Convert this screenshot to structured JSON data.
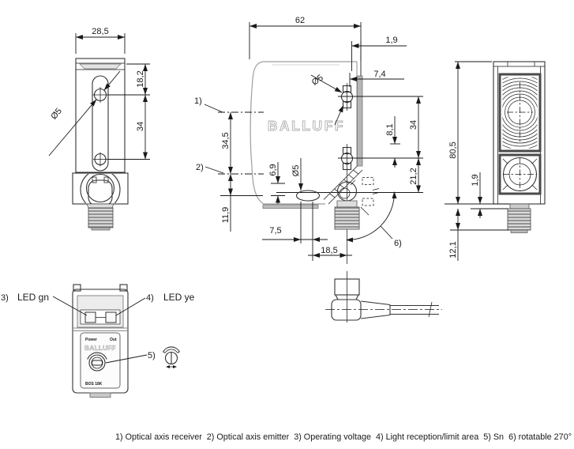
{
  "brand_logo": "BALLUFF",
  "footnote": "1) Optical axis receiver  2) Optical axis emitter  3) Operating voltage  4) Light reception/limit area  5) Sn  6) rotatable 270°",
  "side_view": {
    "dim_width": "28,5",
    "dim_hole_offset": "18,2",
    "dim_hole_pitch": "34",
    "dim_hole_dia": "Ø5"
  },
  "main_view": {
    "dim_width": "62",
    "dim_plate": "1,9",
    "dim_bolt": "7,4",
    "dim_axis": "34,5",
    "dim_pitch": "34",
    "dim_8_1": "8,1",
    "dim_21_2": "21,2",
    "dim_slot_dia": "Ø5",
    "dim_6_9": "6,9",
    "dim_11_9": "11,9",
    "dim_7_5": "7,5",
    "dim_18_5": "18,5",
    "callout_1": "1)",
    "callout_2": "2)",
    "callout_6": "6)"
  },
  "rear_view": {
    "dim_height": "80,5",
    "dim_lip": "1,9",
    "dim_conn": "12,1"
  },
  "face_view": {
    "callout_3": "3)",
    "led_green": "LED gn",
    "callout_4": "4)",
    "led_yellow": "LED ye",
    "callout_5": "5)",
    "power": "Power",
    "out": "Out",
    "model": "BOS 18K",
    "brand": "BALLUFF"
  }
}
